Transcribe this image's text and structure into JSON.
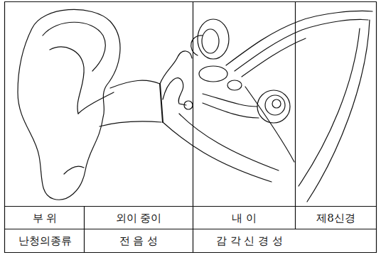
{
  "diagram": {
    "labels": [
      "부 위",
      "외이 중이",
      "내 이",
      "제8신경",
      "난청의종류",
      "전 음 성",
      "감 각 신 경 성"
    ]
  }
}
